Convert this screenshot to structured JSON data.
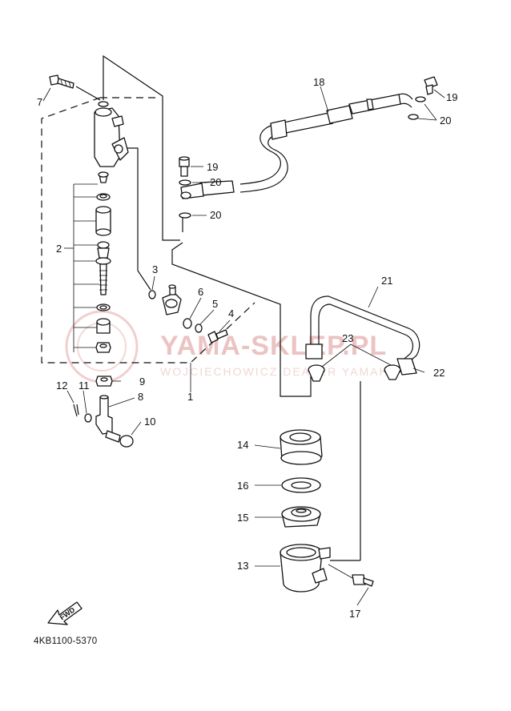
{
  "diagram": {
    "part_code": "4KB1100-5370",
    "direction_label": "FWD",
    "watermark": {
      "main": "YAMA-SKLEP.PL",
      "sub": "WOJCIECHOWICZ DEALER YAMAHA"
    },
    "callouts": {
      "c1": "1",
      "c2": "2",
      "c3": "3",
      "c4": "4",
      "c5": "5",
      "c6": "6",
      "c7": "7",
      "c8": "8",
      "c9": "9",
      "c10": "10",
      "c11": "11",
      "c12": "12",
      "c13": "13",
      "c14": "14",
      "c15": "15",
      "c16": "16",
      "c17": "17",
      "c18": "18",
      "c19a": "19",
      "c19b": "19",
      "c20a": "20",
      "c20b": "20",
      "c20c": "20",
      "c21": "21",
      "c22": "22",
      "c23": "23"
    }
  }
}
